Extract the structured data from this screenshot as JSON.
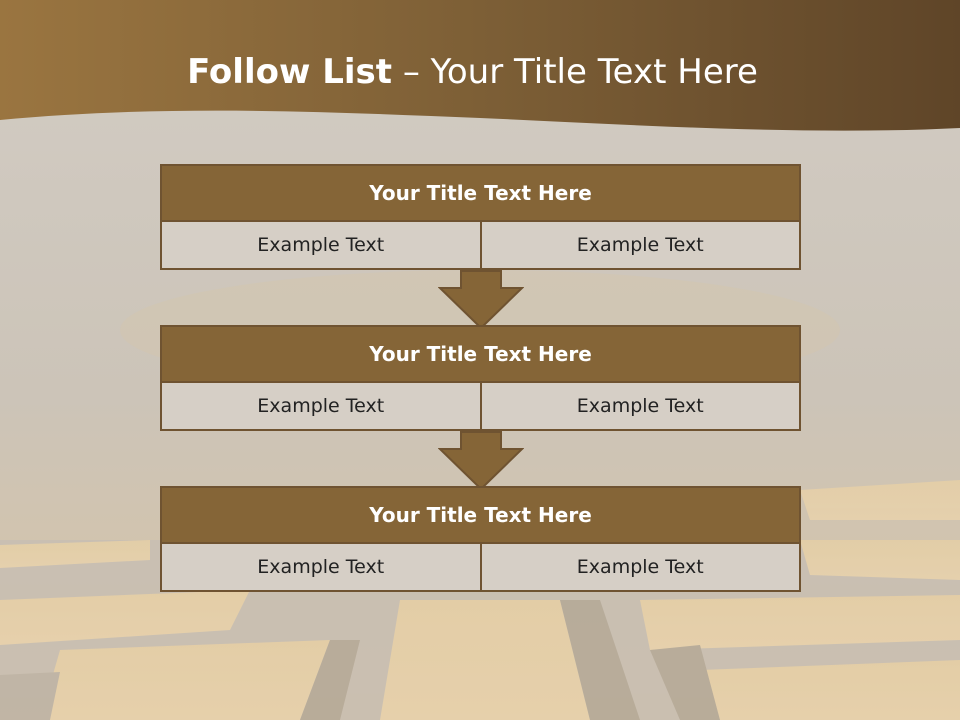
{
  "slide": {
    "title_bold": "Follow List",
    "title_rest": " – Your Title Text Here"
  },
  "blocks": [
    {
      "title": "Your Title Text Here",
      "left": "Example Text",
      "right": "Example Text"
    },
    {
      "title": "Your Title Text Here",
      "left": "Example Text",
      "right": "Example Text"
    },
    {
      "title": "Your Title Text Here",
      "left": "Example Text",
      "right": "Example Text"
    }
  ],
  "colors": {
    "header_band": "#7a5c34",
    "block_header": "#856537",
    "block_border": "#6f5331",
    "cell_fill": "#d6cfc6",
    "arrow_fill": "#856537"
  }
}
